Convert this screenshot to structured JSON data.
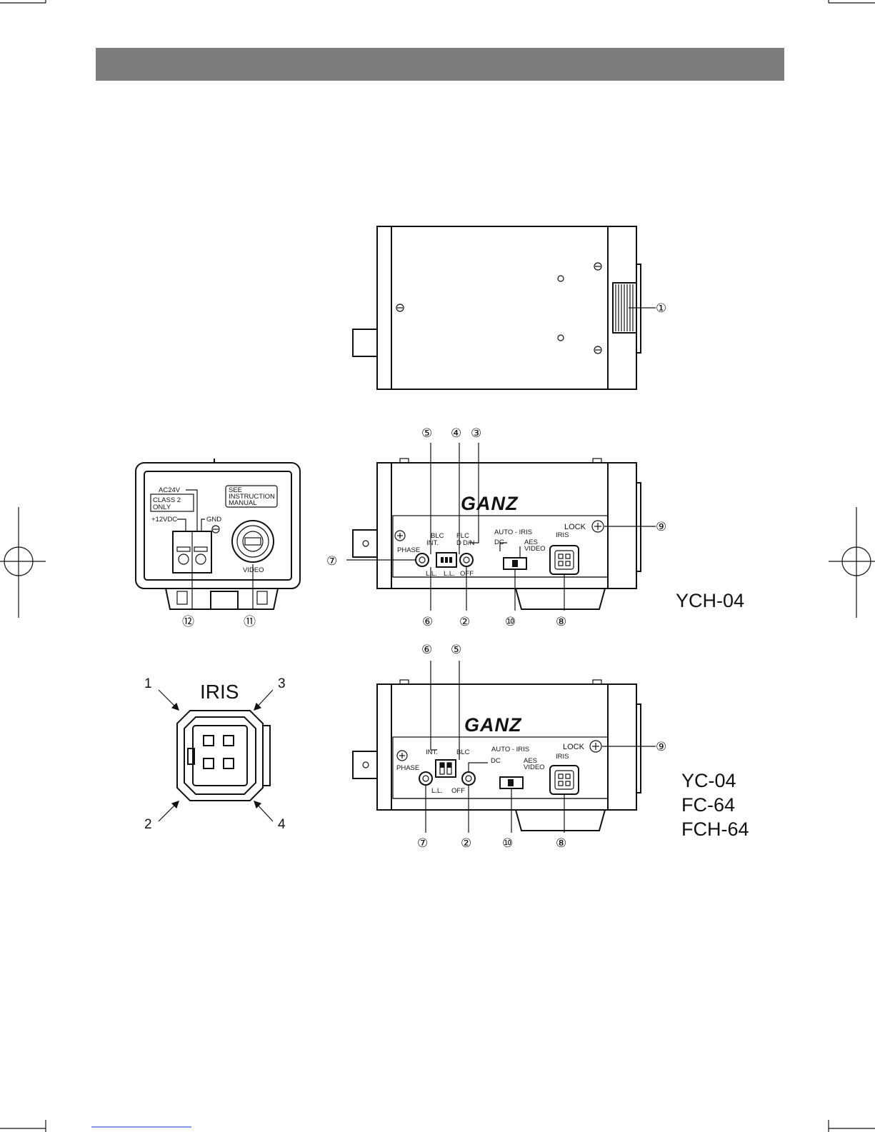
{
  "header_band": {
    "color": "#7c7c7c"
  },
  "models": {
    "ych": "YCH-04",
    "yc": "YC-04",
    "fc": "FC-64",
    "fch": "FCH-64"
  },
  "brand": "GANZ",
  "rear_panel": {
    "ac24v": "AC24V",
    "class2_line1": "CLASS 2",
    "class2_line2": "ONLY",
    "dc12v": "+12VDC",
    "gnd": "GND",
    "see_line1": "SEE",
    "see_line2": "INSTRUCTION",
    "see_line3": "MANUAL",
    "video": "VIDEO"
  },
  "side_panel": {
    "blc": "BLC",
    "int": "INT.",
    "flc": "FLC",
    "d": "D",
    "dn": "D/N",
    "phase": "PHASE",
    "ll": "L.L.",
    "off": "OFF",
    "dc": "DC",
    "auto_iris": "AUTO - IRIS",
    "aes": "AES",
    "video": "VIDEO",
    "iris": "IRIS",
    "lock": "LOCK"
  },
  "iris_connector": {
    "title": "IRIS",
    "pin1": "1",
    "pin2": "2",
    "pin3": "3",
    "pin4": "4"
  },
  "callouts": [
    "①",
    "②",
    "③",
    "④",
    "⑤",
    "⑥",
    "⑦",
    "⑧",
    "⑨",
    "⑩",
    "⑪",
    "⑫"
  ]
}
